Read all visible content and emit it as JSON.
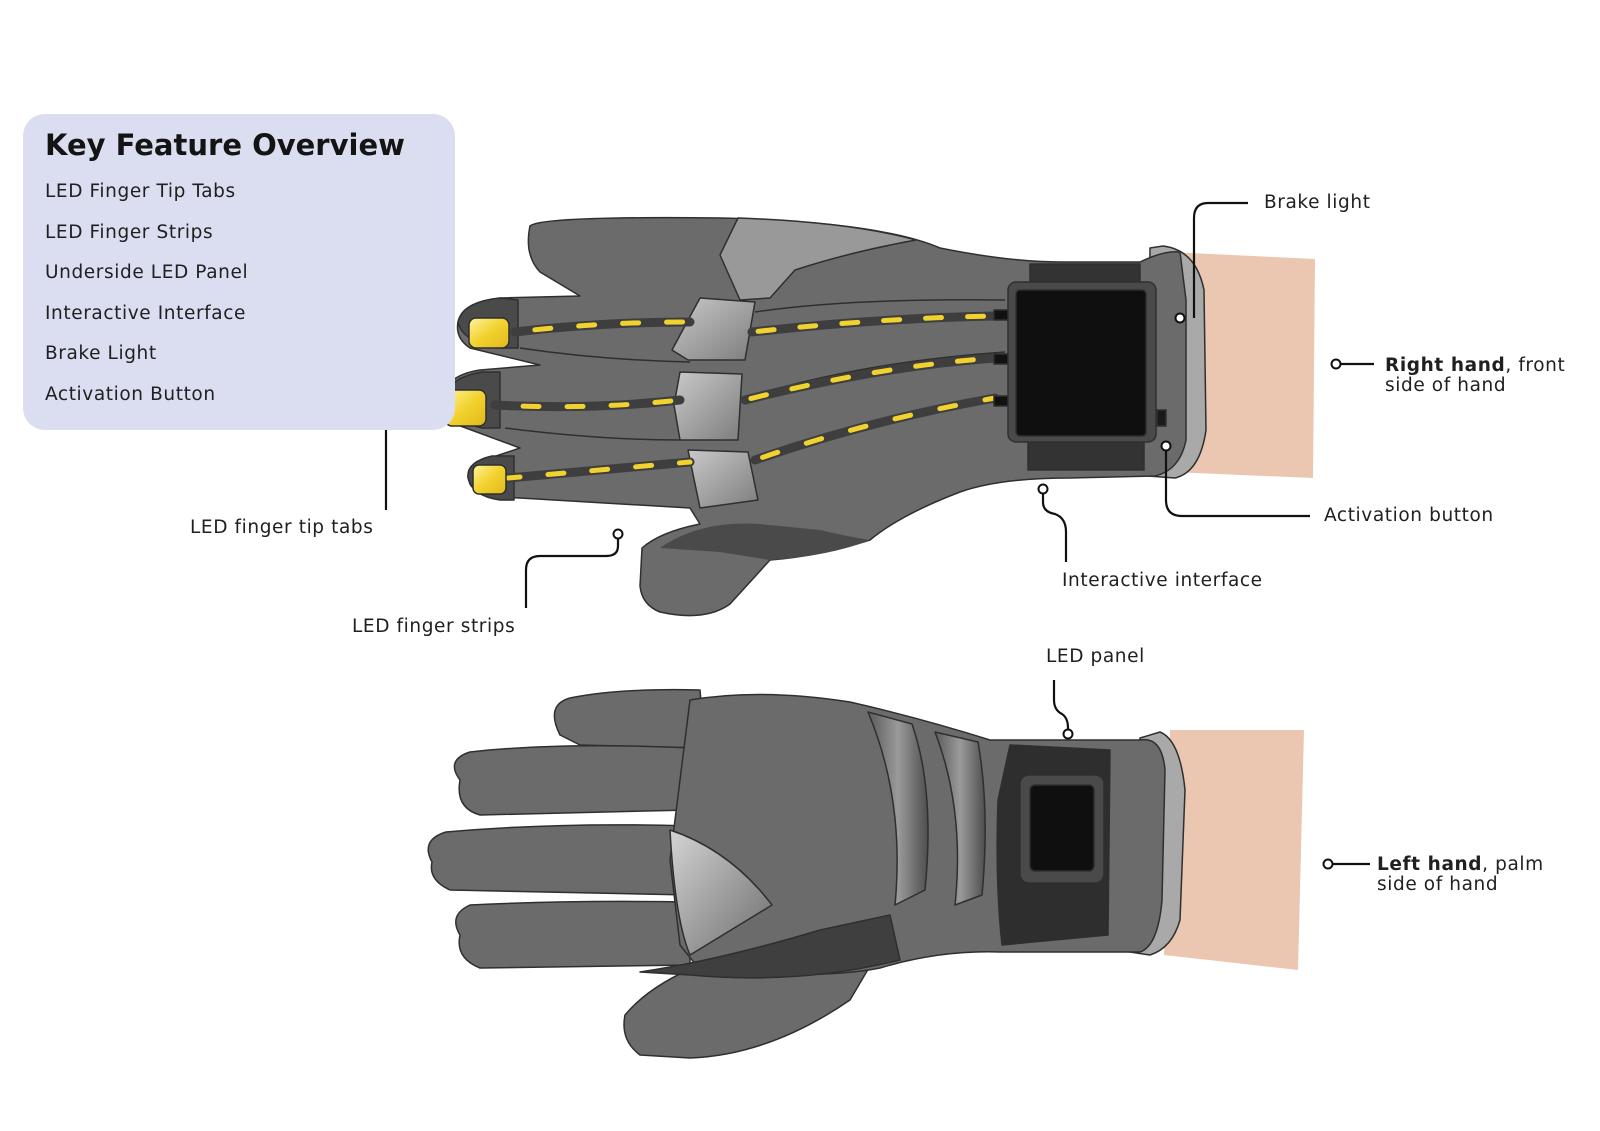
{
  "overview": {
    "title": "Key Feature Overview",
    "items": [
      "LED Finger Tip Tabs",
      "LED Finger Strips",
      "Underside LED Panel",
      "Interactive Interface",
      "Brake Light",
      "Activation Button"
    ]
  },
  "callouts": {
    "brake_light": "Brake light",
    "right_hand_bold": "Right hand",
    "right_hand_rest": ", front",
    "right_hand_line2": "side of hand",
    "activation_button": "Activation button",
    "interactive_interface": "Interactive interface",
    "led_finger_tip_tabs": "LED finger tip tabs",
    "led_finger_strips": "LED finger strips",
    "led_panel": "LED panel",
    "left_hand_bold": "Left hand",
    "left_hand_rest": ", palm",
    "left_hand_line2": "side of hand"
  },
  "colors": {
    "glove": "#6b6b6b",
    "glove_dark": "#3e3e3e",
    "glove_light": "#a3a3a3",
    "led": "#f2d22e",
    "skin": "#ebc6b0",
    "panel_bg": "#dadef0"
  }
}
